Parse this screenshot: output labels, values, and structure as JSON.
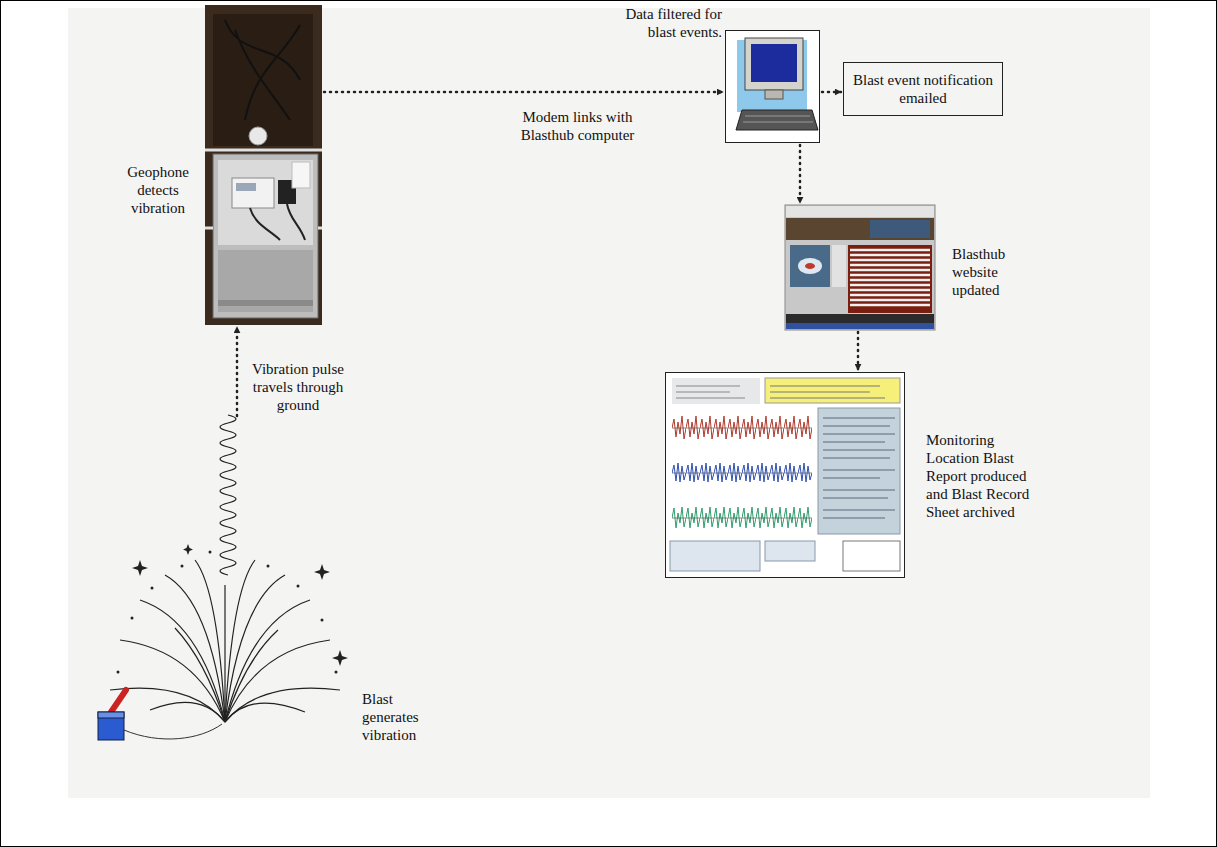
{
  "diagram": {
    "nodes": [
      {
        "text": [
          "Geophone detects vibration"
        ]
      },
      {
        "text": [
          "Data filtered for blast events."
        ]
      },
      {
        "text": [
          "Blast event notification emailed"
        ]
      },
      {
        "text": [
          "Blasthub website updated"
        ]
      },
      {
        "text": [
          "Monitoring Location Blast Report produced and Blast Record Sheet archived"
        ]
      },
      {
        "text": [
          "Blast generates vibration"
        ]
      }
    ],
    "edges": [
      {
        "from": 5,
        "to": 0,
        "arrow": "to",
        "label": "Vibration pulse travels through ground"
      },
      {
        "from": 0,
        "to": 1,
        "arrow": "to",
        "label": "Modem links with Blasthub computer"
      },
      {
        "from": 1,
        "to": 2,
        "arrow": "to"
      },
      {
        "from": 1,
        "to": 3,
        "arrow": "to"
      },
      {
        "from": 3,
        "to": 4,
        "arrow": "to"
      }
    ]
  }
}
